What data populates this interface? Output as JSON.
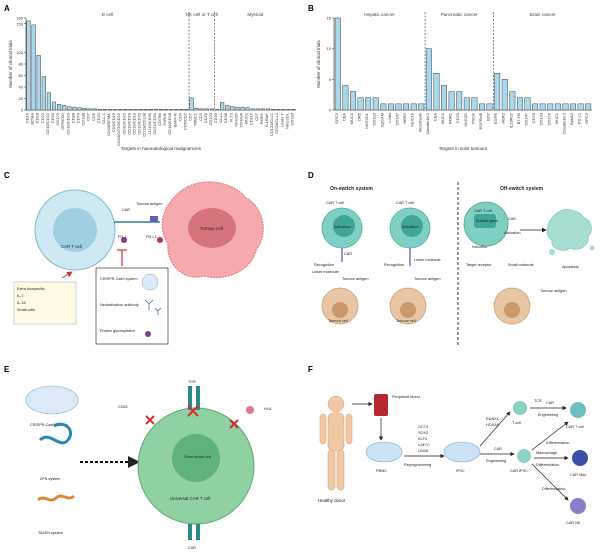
{
  "panels": {
    "a": "A",
    "b": "B",
    "c": "C",
    "d": "D",
    "e": "E",
    "f": "F"
  },
  "chart_data": [
    {
      "type": "bar",
      "panel": "A",
      "xlabel": "Targets in haematological malignancies",
      "ylabel": "Number of clinical trials",
      "ylim": [
        0,
        160
      ],
      "yticks": [
        0,
        20,
        40,
        60,
        80,
        100,
        150,
        160
      ],
      "groups": [
        "B cell",
        "NK cell or T cell",
        "Myeloid"
      ],
      "categories": [
        "CD19",
        "BCMA",
        "CD20",
        "CD22",
        "CD19/CD22",
        "CD30",
        "CD123",
        "GPRC5D",
        "CD19/CD20",
        "CD38",
        "CD70",
        "CD138",
        "CD7",
        "CD5",
        "CD33",
        "CLL-1",
        "CD19/BCMA",
        "CD3/CD19",
        "CD19/CD20/CD22",
        "CD20/CD22",
        "CD19/CD79",
        "CD19/CD10",
        "CD19/CD70",
        "CD19/CD138",
        "CD19/CD30",
        "CD22/CD30",
        "CD79B",
        "FcRH5",
        "CD19/CD28",
        "BAFF-R",
        "CD4",
        "CD5/CD7",
        "CD7",
        "TRBC1",
        "CD2",
        "CD70",
        "CD123",
        "CD33",
        "CLL1",
        "CD38",
        "FLT3",
        "NKG2D",
        "CD44v6",
        "MUC1",
        "CD117",
        "CD7",
        "ROR1",
        "IL1RAP",
        "CD123/CLL1",
        "CD33/CLL1",
        "Lewis Y",
        "NKG2DL",
        "CD133"
      ],
      "values": [
        155,
        148,
        95,
        58,
        30,
        14,
        10,
        8,
        6,
        5,
        4,
        3,
        2,
        2,
        1,
        1,
        1,
        1,
        1,
        1,
        1,
        1,
        1,
        1,
        1,
        1,
        1,
        1,
        1,
        1,
        1,
        1,
        21,
        3,
        2,
        2,
        2,
        1,
        13,
        8,
        6,
        5,
        5,
        4,
        2,
        2,
        2,
        2,
        1,
        1,
        1,
        1,
        1
      ],
      "group_ranges": [
        [
          0,
          31
        ],
        [
          32,
          36
        ],
        [
          37,
          52
        ]
      ]
    },
    {
      "type": "bar",
      "panel": "B",
      "xlabel": "Targets in solid tumours",
      "ylabel": "Number of clinical trials",
      "ylim": [
        0,
        15
      ],
      "yticks": [
        0,
        5,
        10,
        15
      ],
      "groups": [
        "Hepatic cancer",
        "Pancreatic cancer",
        "Brain cancer"
      ],
      "categories": [
        "GPC3",
        "CEA",
        "MUC1",
        "DR5",
        "NKG2DL",
        "CD133",
        "EpCAM",
        "c-Met",
        "CD147",
        "HER2",
        "MUC16",
        "Mesothelin",
        "Claudin18.2",
        "CEA",
        "MUC1",
        "ROR1",
        "CD70",
        "NKG2D",
        "PSCA",
        "EGFRvIII",
        "GD2",
        "EGFR",
        "HER2",
        "IL13Rα2",
        "B7-H3",
        "CD147",
        "CD70",
        "CD133",
        "CD276",
        "MUC1",
        "Claudin18.2",
        "EphA2",
        "PD-L1",
        "GPC3"
      ],
      "values": [
        15,
        4,
        3,
        2,
        2,
        2,
        1,
        1,
        1,
        1,
        1,
        1,
        10,
        6,
        4,
        3,
        3,
        2,
        2,
        1,
        1,
        6,
        5,
        3,
        2,
        2,
        1,
        1,
        1,
        1,
        1,
        1,
        1,
        1
      ],
      "group_ranges": [
        [
          0,
          11
        ],
        [
          12,
          20
        ],
        [
          21,
          33
        ]
      ]
    }
  ],
  "c": {
    "car_t": "CAR T cell",
    "tumour": "Tumour cell",
    "car": "CAR",
    "antigen": "Tumour antigen",
    "pd1": "PD-1",
    "pdl1": "PD-L1",
    "box_left": [
      "Extra biospecific",
      "IL-7",
      "IL-15",
      "Small cells"
    ],
    "crispr": "CRISPR-Cas9 system",
    "neutral": "Neutralisation antibody",
    "protein": "Protein glycosylation"
  },
  "d": {
    "on": "On-switch system",
    "off": "Off-switch system",
    "cart1": "CAR T cell",
    "cart2": "CAR T cell",
    "cart3": "CAR T cell",
    "activation": "Activation",
    "car": "CAR",
    "recognition": "Recognition",
    "linker": "Linker molecule",
    "antigen": "Tumour antigen",
    "tumour": "Tumour cell",
    "switch": "Suicide gene",
    "induction": "Induction",
    "target_receptor": "Target receptor",
    "small_mol": "Small molecule",
    "apoptosis": "Apoptosis"
  },
  "e": {
    "crispr": "CRISPR-Cas9 system",
    "zfn": "ZFN system",
    "talen": "TALEN system",
    "tcr": "TCR",
    "cd52": "CD52",
    "hla": "HLA",
    "gene_ko": "Gene knock-out",
    "universal": "Universal CAR T cell",
    "car": "CAR"
  },
  "f": {
    "donor": "Healthy donor",
    "blood": "Peripheral blood",
    "pbmc": "PBMC",
    "factors": [
      "OCT4",
      "SOX2",
      "KLF4",
      "c-MYC",
      "LIN28"
    ],
    "reprog": "Reprogramming",
    "ipsc": "iPSC",
    "runx": [
      "RUNX1",
      "HOXA9"
    ],
    "car": "CAR",
    "engineering": "Engineering",
    "t_cell": "T cell",
    "tcr": "TCR",
    "car_t": "CAR T cell",
    "car_ipsc": "CAR iPSC",
    "differentiation": "Differentiation",
    "macrophage": "Macrophage",
    "car_ma": "CAR Mac",
    "car_nk": "CAR NK"
  }
}
